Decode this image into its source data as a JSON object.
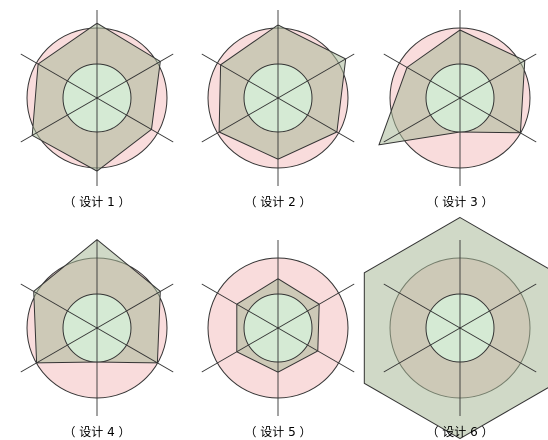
{
  "colors": {
    "outer_ring": "#f9dcdc",
    "inner_disc": "#d6ecd6",
    "shape_fill": "#a9b999",
    "stroke": "#333333",
    "axis": "#333333"
  },
  "panels": [
    {
      "caption": "（ 设计 1 ）",
      "values": [
        1.2,
        1.15,
        0.85,
        1.15,
        1.2,
        1.0
      ]
    },
    {
      "caption": "（ 设计 2 ）",
      "values": [
        1.15,
        1.3,
        1.0,
        0.8,
        1.0,
        0.95
      ]
    },
    {
      "caption": "（ 设计 3 ）",
      "values": [
        1.0,
        1.2,
        1.05,
        0.0,
        1.75,
        0.8
      ]
    },
    {
      "caption": "（ 设计 4 ）",
      "values": [
        1.6,
        1.15,
        1.05,
        0.0,
        1.05,
        1.15
      ]
    },
    {
      "caption": "（ 设计 5 ）",
      "values": [
        0.45,
        0.4,
        0.35,
        0.3,
        0.4,
        0.4
      ]
    },
    {
      "caption": "（ 设计 6 ）",
      "values": [
        2.25,
        2.25,
        2.25,
        2.25,
        2.25,
        2.25
      ]
    }
  ]
}
